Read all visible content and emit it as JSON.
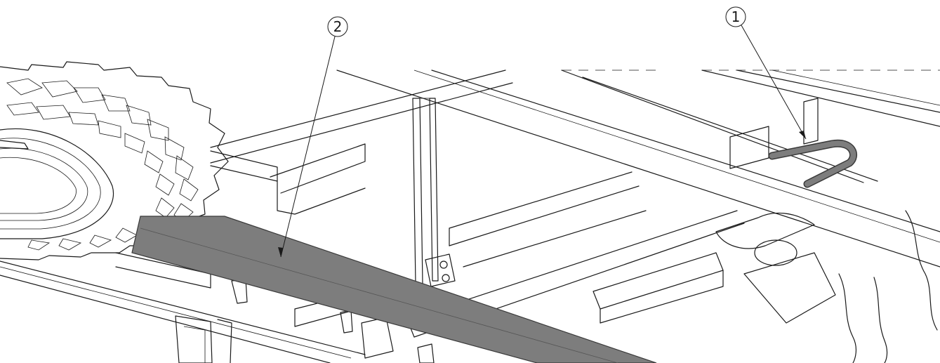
{
  "diagram": {
    "callouts": [
      {
        "id": "1",
        "label": "1"
      },
      {
        "id": "2",
        "label": "2"
      }
    ],
    "colors": {
      "line": "#1a1a1a",
      "background": "#ffffff",
      "highlight_fill": "#7d7d7d",
      "highlight_stroke": "#3a3a3a"
    }
  }
}
